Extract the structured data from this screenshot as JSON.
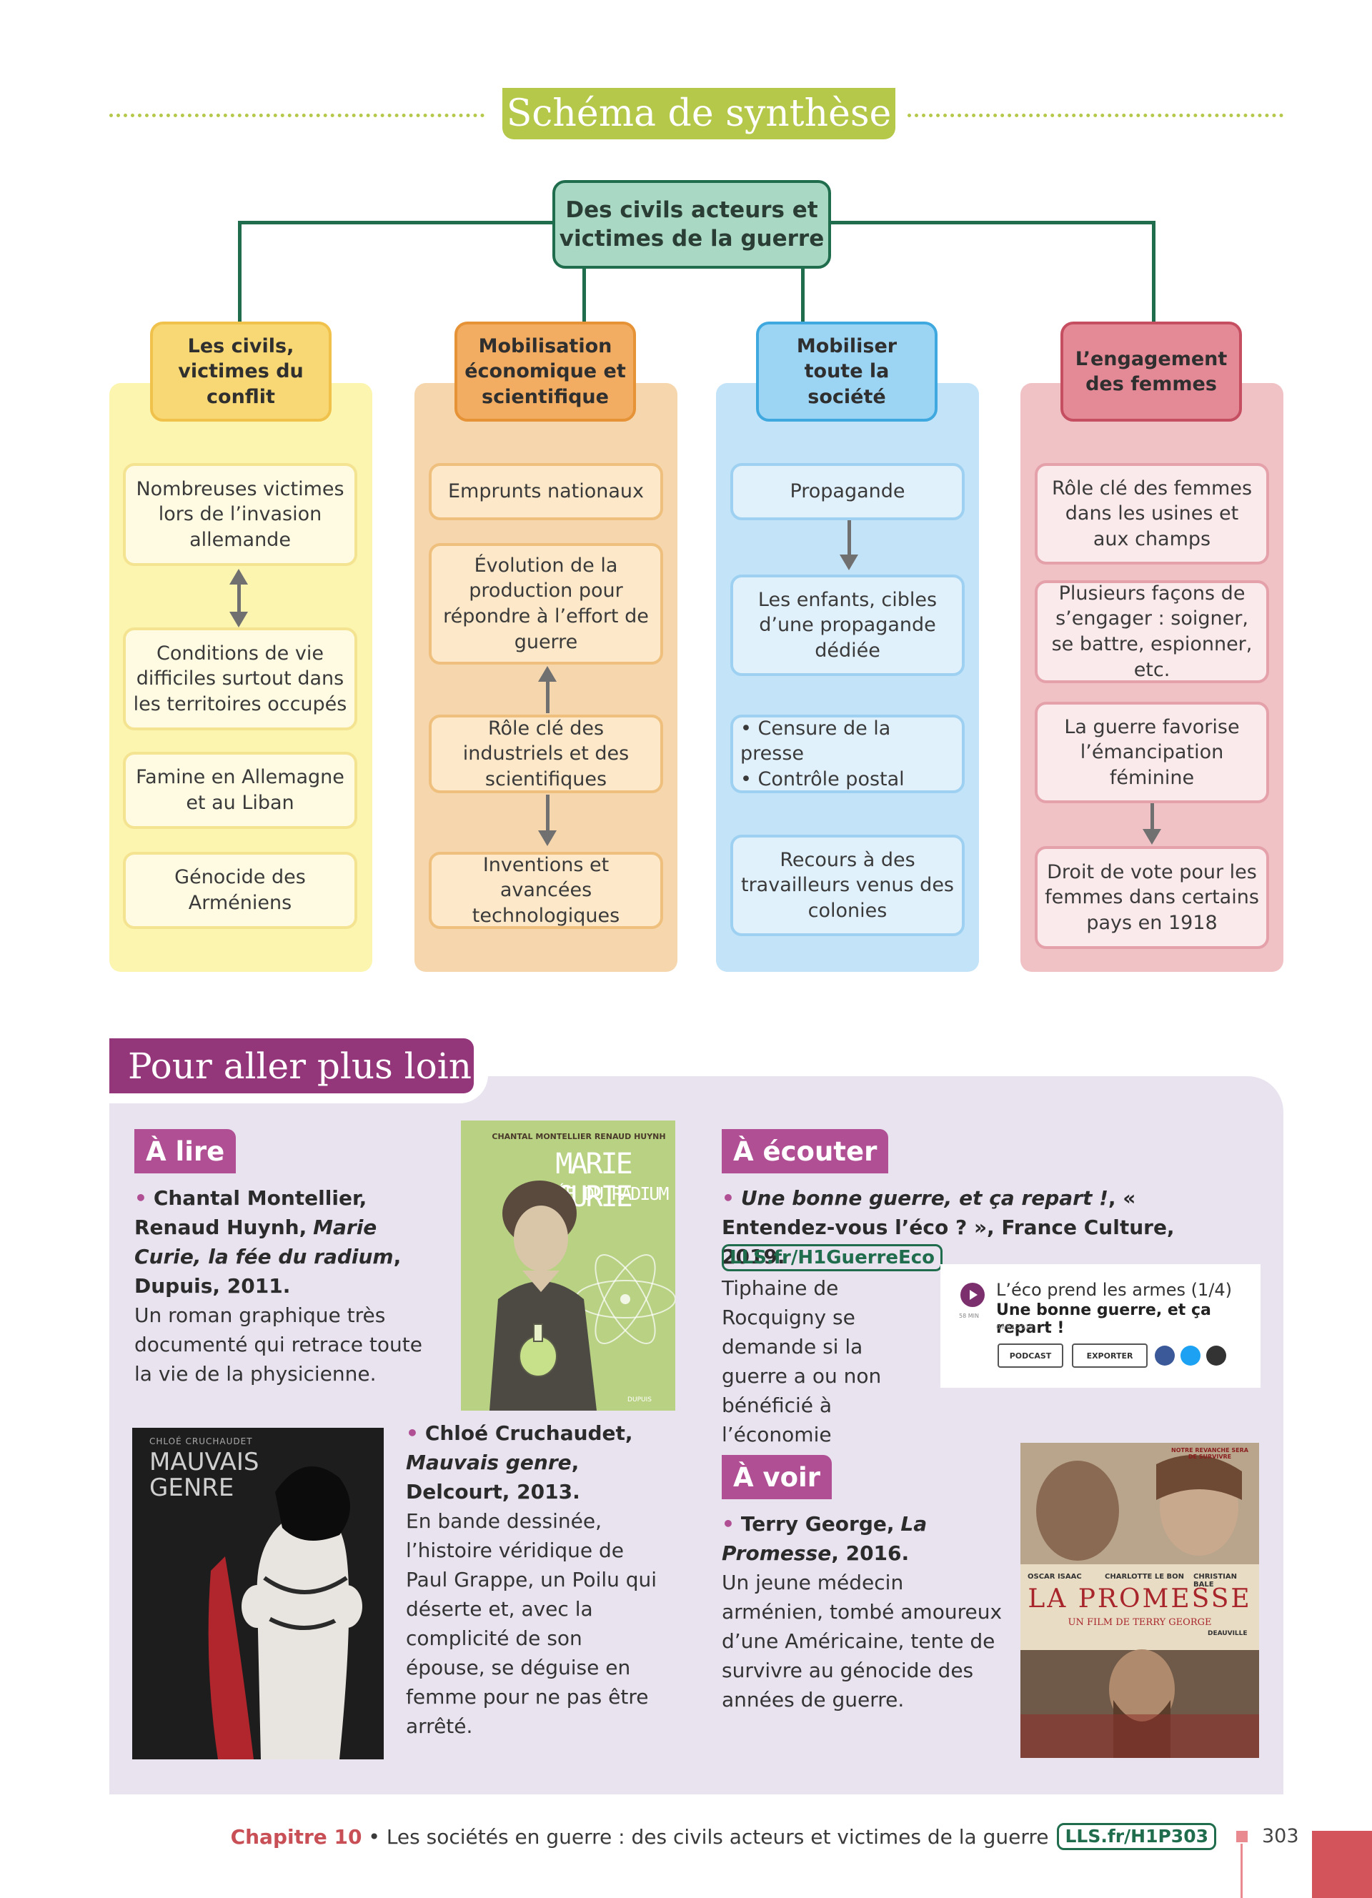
{
  "page": {
    "title": "Schéma de synthèse",
    "page_number": "303",
    "footer_chapter": "Chapitre 10",
    "footer_title": "• Les sociétés en guerre : des civils acteurs et victimes de la guerre",
    "footer_link": "LLS.fr/H1P303"
  },
  "diagram": {
    "center": "Des civils acteurs et victimes de la guerre",
    "columns": [
      {
        "title": "Les civils, victimes du conflit",
        "items": [
          "Nombreuses victimes lors de l’invasion allemande",
          "Conditions de vie difficiles surtout dans les territoires occupés",
          "Famine en Allemagne et au Liban",
          "Génocide des Arméniens"
        ]
      },
      {
        "title": "Mobilisation économique et scientifique",
        "items": [
          "Emprunts nationaux",
          "Évolution de la production pour répondre à l’effort de guerre",
          "Rôle clé des industriels et des scientifiques",
          "Inventions et avancées technologiques"
        ]
      },
      {
        "title": "Mobiliser toute la société",
        "items": [
          "Propagande",
          "Les enfants, cibles d’une propagande dédiée",
          "Censure de la presse",
          "Contrôle postal",
          "Recours à des travailleurs venus des colonies"
        ]
      },
      {
        "title": "L’engagement des femmes",
        "items": [
          "Rôle clé des femmes dans les usines et aux champs",
          "Plusieurs façons de s’engager : soigner, se battre, espionner, etc.",
          "La guerre favorise l’émancipation féminine",
          "Droit de vote pour les femmes dans certains pays en 1918"
        ]
      }
    ]
  },
  "further": {
    "title": "Pour aller plus loin",
    "a_lire": {
      "label": "À lire",
      "book1": {
        "author": "Chantal Montellier, Renaud Huynh,",
        "title": "Marie Curie, la fée du radium",
        "publisher": ", Dupuis, 2011.",
        "desc": "Un roman graphique très documenté qui retrace toute la vie de la physicienne.",
        "cover_authors": "CHANTAL MONTELLIER RENAUD HUYNH",
        "cover_title1": "MARIE CURIE",
        "cover_title2": "LA FÉE DU RADIUM",
        "cover_publisher": "DUPUIS"
      },
      "book2": {
        "author": "Chloé Cruchaudet,",
        "title": "Mauvais genre",
        "publisher": ", Delcourt, 2013.",
        "desc": "En bande dessinée, l’histoire véridique de Paul Grappe, un Poilu qui déserte et, avec la complicité de son épouse, se déguise en femme pour ne pas être arrêté.",
        "cover_author": "CHLOÉ CRUCHAUDET",
        "cover_title": "MAUVAIS GENRE"
      }
    },
    "a_ecouter": {
      "label": "À écouter",
      "title": "Une bonne guerre, et ça repart !",
      "rest": ", « Entendez-vous l’éco ? », France Culture, 2019.",
      "link": "LLS.fr/H1GuerreEco",
      "desc": "Tiphaine de Rocquigny se demande si la guerre a ou non bénéficié à l’économie française.",
      "widget": {
        "line1": "L’éco prend les armes (1/4)",
        "line2": "Une bonne guerre, et ça repart !",
        "duration": "58 MIN",
        "date": "04/02/2019",
        "btn_podcast": "PODCAST",
        "btn_export": "EXPORTER"
      }
    },
    "a_voir": {
      "label": "À voir",
      "author": "Terry George,",
      "title": "La Promesse",
      "year": ", 2016.",
      "desc": "Un jeune médecin arménien, tombé amoureux d’une Américaine, tente de survivre au génocide des années de guerre.",
      "poster": {
        "tagline": "NOTRE REVANCHE SERA DE SURVIVRE",
        "actor1": "OSCAR ISAAC",
        "actor2": "CHARLOTTE LE BON",
        "actor3": "CHRISTIAN BALE",
        "title": "LA PROMESSE",
        "director": "UN FILM DE TERRY GEORGE",
        "festival": "DEAUVILLE"
      }
    }
  },
  "colors": {
    "accent_green": "#b6c84a",
    "dark_green": "#1f6d4d",
    "purple": "#94377a",
    "magenta": "#b04f93",
    "footer_red": "#c84f56"
  }
}
